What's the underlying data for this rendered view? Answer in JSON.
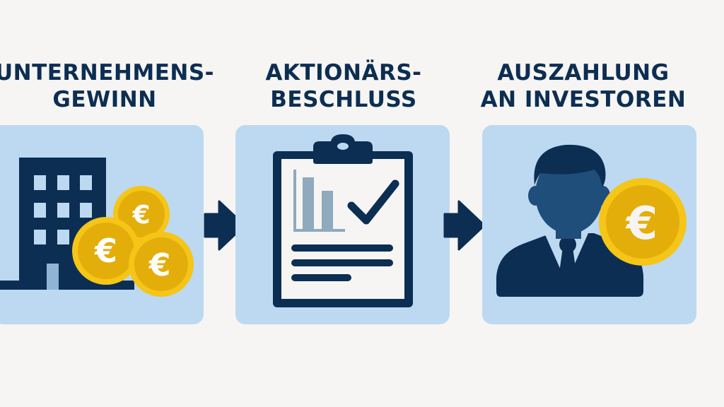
{
  "steps": [
    {
      "title_line1": "UNTERNEHMENS-",
      "title_line2": "GEWINN",
      "icon": "building-with-euro-coins-icon"
    },
    {
      "title_line1": "AKTIONÄRS-",
      "title_line2": "BESCHLUSS",
      "icon": "clipboard-chart-checkmark-icon"
    },
    {
      "title_line1": "AUSZAHLUNG",
      "title_line2": "AN INVESTOREN",
      "icon": "investor-with-euro-coin-icon"
    }
  ],
  "connectors": [
    "arrow-right-icon",
    "arrow-right-icon"
  ],
  "colors": {
    "background": "#f6f5f3",
    "panel": "#bcd9f1",
    "navy": "#0c2e52",
    "coin_outer": "#f5c518",
    "coin_inner": "#e3ae0a",
    "chart_bars": "#8fa9bd"
  },
  "currency_symbol": "€"
}
